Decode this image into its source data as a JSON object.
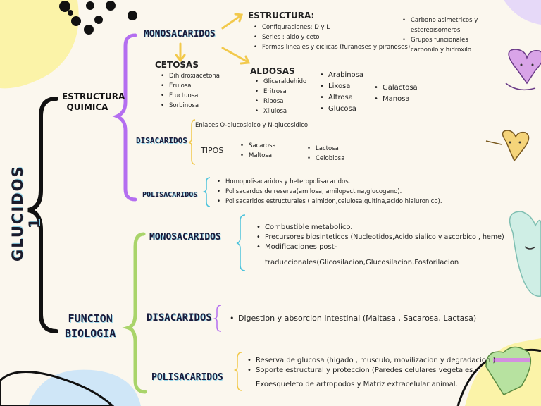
{
  "main_title": "GLUCIDOS 1",
  "sections": {
    "estructura": {
      "title_line1": "ESTRUCTURA",
      "title_line2": "QUIMICA",
      "mono": {
        "label": "MONOSACARIDOS",
        "estructura_title": "ESTRUCTURA:",
        "estructura_items": [
          "Configuraciones: D y L",
          "Series : aldo y ceto",
          "Formas lineales y ciclicas (furanoses y piranoses)"
        ],
        "extra_items": [
          "Carbono asimetricos y estereoisomeros",
          "Grupos funcionales carbonilo y hidroxilo"
        ],
        "cetosas_title": "CETOSAS",
        "cetosas_items": [
          "Dihidroxiacetona",
          "Erulosa",
          "Fructuosa",
          "Sorbinosa"
        ],
        "aldosas_title": "ALDOSAS",
        "aldosas_col1": [
          "Gliceraldehido",
          "Eritrosa",
          "Ribosa",
          "Xilulosa"
        ],
        "aldosas_col2": [
          "Arabinosa",
          "Lixosa",
          "Altrosa",
          "Glucosa"
        ],
        "aldosas_col3": [
          "Galactosa",
          "Manosa"
        ]
      },
      "di": {
        "label": "DISACARIDOS",
        "enlaces": "Enlaces O-glucosidico y N-glucosidico",
        "tipos_label": "TIPOS",
        "tipos_col1": [
          "Sacarosa",
          "Maltosa"
        ],
        "tipos_col2": [
          "Lactosa",
          "Celobiosa"
        ]
      },
      "poli": {
        "label": "POLISACARIDOS",
        "items": [
          "Homopolisacaridos y heteropolisacaridos.",
          "Polisacardos de reserva(amilosa, amilopectina,glucogeno).",
          "Polisacaridos estructurales ( almidon,celulosa,quitina,acido hialuronico)."
        ]
      }
    },
    "funcion": {
      "title_line1": "FUNCION",
      "title_line2": "BIOLOGIA",
      "mono": {
        "label": "MONOSACARIDOS",
        "items": [
          "Combustible metabolico.",
          "Precursores biosinteticos (Nucleotidos,Acido sialico y ascorbico , heme)",
          "Modificaciones post-"
        ],
        "item3_cont": "traduccionales(Glicosilacion,Glucosilacion,Fosforilacion"
      },
      "di": {
        "label": "DISACARIDOS",
        "items": [
          "Digestion y absorcion intestinal (Maltasa , Sacarosa, Lactasa)"
        ]
      },
      "poli": {
        "label": "POLISACARIDOS",
        "items": [
          "Reserva de glucosa (higado , musculo, movilizacion y degradacion )",
          "Soporte estructural y proteccion (Paredes celulares vegetales ,"
        ],
        "item2_cont": "Exoesqueleto de artropodos y Matriz extracelular animal."
      }
    }
  },
  "colors": {
    "bracket_main": "#111111",
    "bracket_estructura": "#b46ef0",
    "bracket_funcion": "#a9d46a",
    "arrow": "#f2c94c",
    "accent_blue": "#4cc3dc",
    "accent_purple": "#b46ef0"
  }
}
